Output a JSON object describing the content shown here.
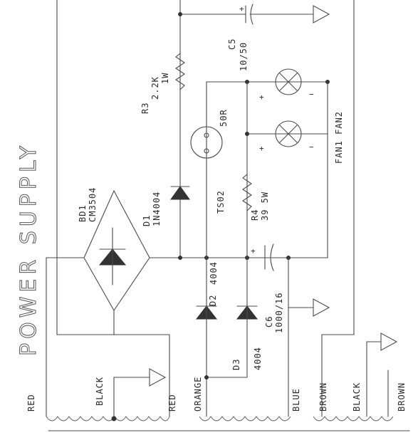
{
  "title": "POWER SUPPLY",
  "components": {
    "bd1": {
      "ref": "BD1",
      "value": "CM3504"
    },
    "d1": {
      "ref": "D1",
      "value": "1N4004"
    },
    "r3": {
      "ref": "R3",
      "value1": "2.2K",
      "value2": "1W"
    },
    "c5": {
      "ref": "C5",
      "value": "10/50"
    },
    "ts02": {
      "ref": "TS02",
      "value": "50R"
    },
    "r4": {
      "ref": "R4",
      "value": "39 5W"
    },
    "d2": {
      "ref": "D2",
      "value": "4004"
    },
    "d3": {
      "ref": "D3",
      "value": "4004"
    },
    "c6": {
      "ref": "C6",
      "value": "1000/16"
    },
    "fans": {
      "label": "FAN1 FAN2"
    }
  },
  "wires": {
    "red_left": "RED",
    "black": "BLACK",
    "red_right": "RED",
    "orange": "ORANGE",
    "blue": "BLUE",
    "brown_left": "BROWN",
    "black2": "BLACK",
    "brown_right": "BROWN"
  },
  "polarity": {
    "plus": "+",
    "minus": "−"
  }
}
